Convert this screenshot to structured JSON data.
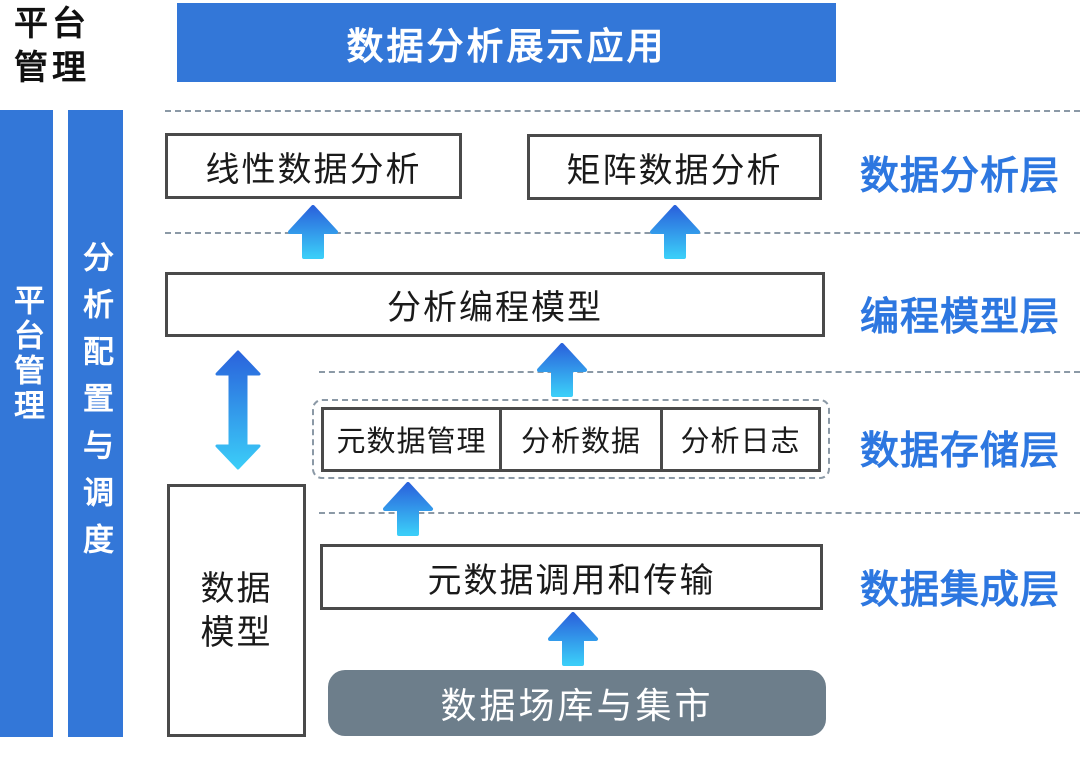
{
  "corner_title": {
    "line1": "平台",
    "line2": "管理"
  },
  "banner": {
    "title": "数据分析展示应用"
  },
  "side_bars": {
    "platform_management": "平台管理",
    "analysis_config_scheduling": "分析配置与调度"
  },
  "layer_labels": {
    "analysis_layer": "数据分析层",
    "programming_layer": "编程模型层",
    "storage_layer": "数据存储层",
    "integration_layer": "数据集成层"
  },
  "boxes": {
    "linear_analysis": "线性数据分析",
    "matrix_analysis": "矩阵数据分析",
    "programming_model": "分析编程模型",
    "metadata_management": "元数据管理",
    "analysis_data": "分析数据",
    "analysis_log": "分析日志",
    "metadata_transfer": "元数据调用和传输",
    "data_model_line1": "数据",
    "data_model_line2": "模型",
    "data_warehouse": "数据场库与集市"
  },
  "colors": {
    "primary_blue": "#3377d8",
    "label_blue": "#2d77e0",
    "arrow_gradient_top": "#2a63dc",
    "arrow_gradient_bottom": "#3bcdf8",
    "box_border": "#4a4a4a",
    "dashed_line": "#8b99a6",
    "warehouse_gray": "#6d7e8b"
  }
}
